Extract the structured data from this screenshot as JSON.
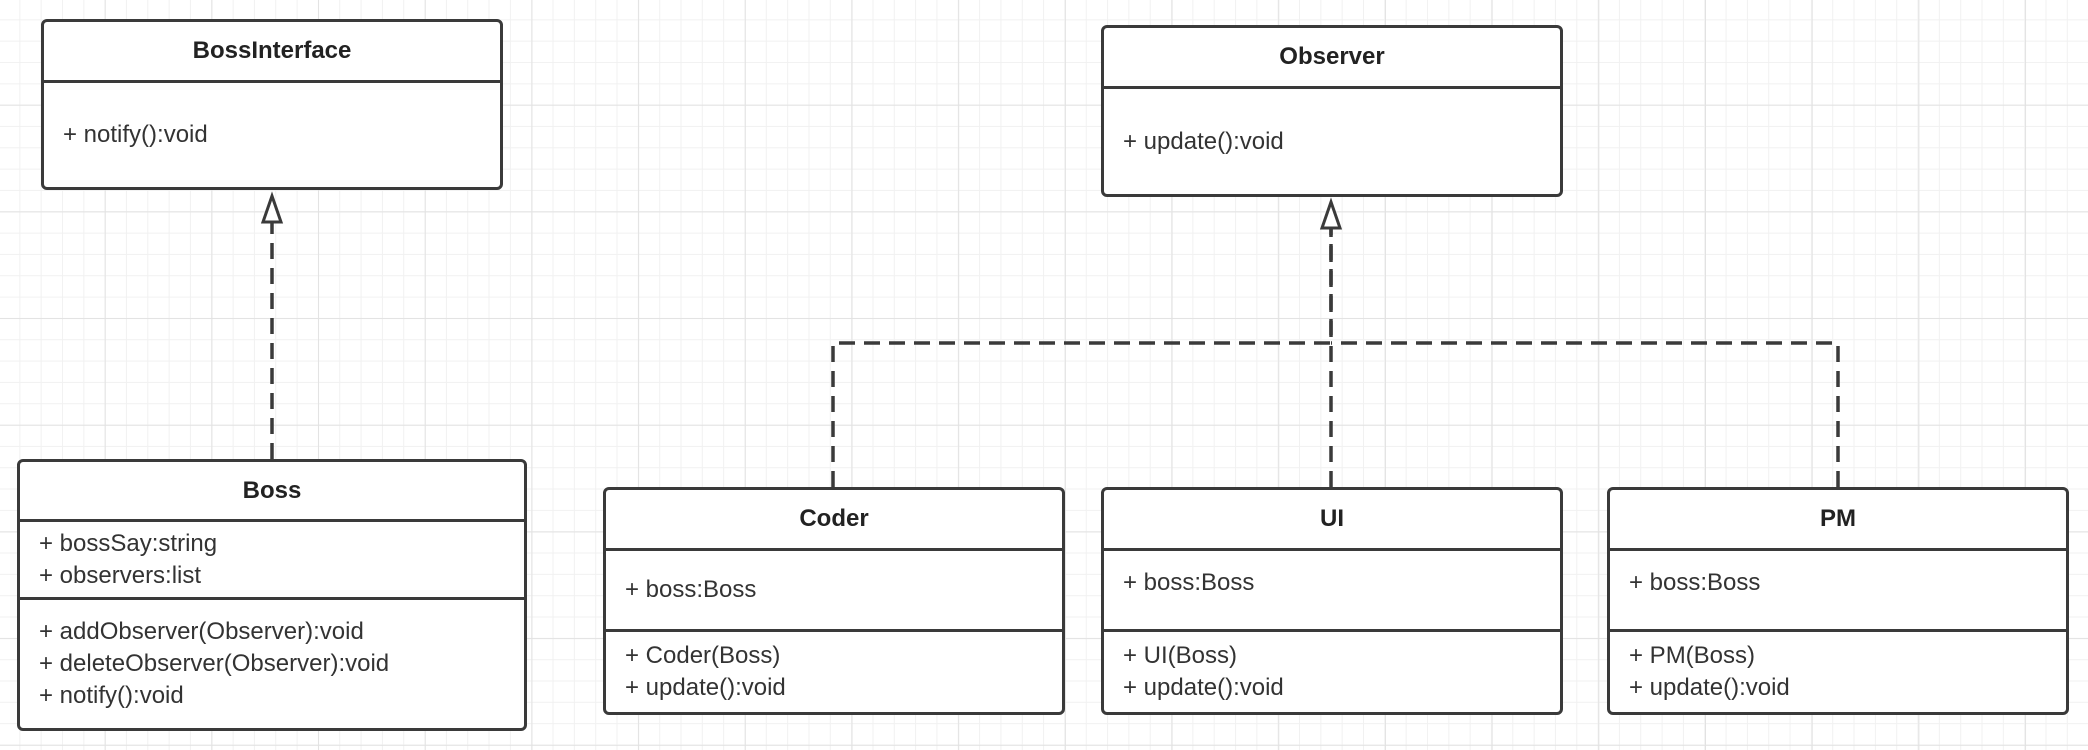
{
  "diagram": {
    "classes": {
      "boss_interface": {
        "name": "BossInterface",
        "operations": [
          "+ notify():void"
        ]
      },
      "observer": {
        "name": "Observer",
        "operations": [
          "+ update():void"
        ]
      },
      "boss": {
        "name": "Boss",
        "attributes": [
          "+ bossSay:string",
          "+ observers:list"
        ],
        "operations": [
          "+ addObserver(Observer):void",
          "+ deleteObserver(Observer):void",
          "+ notify():void"
        ]
      },
      "coder": {
        "name": "Coder",
        "attributes": [
          "+ boss:Boss"
        ],
        "operations": [
          "+ Coder(Boss)",
          "+ update():void"
        ]
      },
      "ui": {
        "name": "UI",
        "attributes": [
          "+ boss:Boss"
        ],
        "operations": [
          "+ UI(Boss)",
          "+ update():void"
        ]
      },
      "pm": {
        "name": "PM",
        "attributes": [
          "+ boss:Boss"
        ],
        "operations": [
          "+ PM(Boss)",
          "+ update():void"
        ]
      }
    },
    "relations": [
      {
        "type": "realization",
        "from": "Boss",
        "to": "BossInterface"
      },
      {
        "type": "realization",
        "from": "Coder",
        "to": "Observer"
      },
      {
        "type": "realization",
        "from": "UI",
        "to": "Observer"
      },
      {
        "type": "realization",
        "from": "PM",
        "to": "Observer"
      }
    ],
    "colors": {
      "line": "#3a3a3a",
      "grid": "#e2e2e2",
      "background": "#ffffff"
    }
  }
}
